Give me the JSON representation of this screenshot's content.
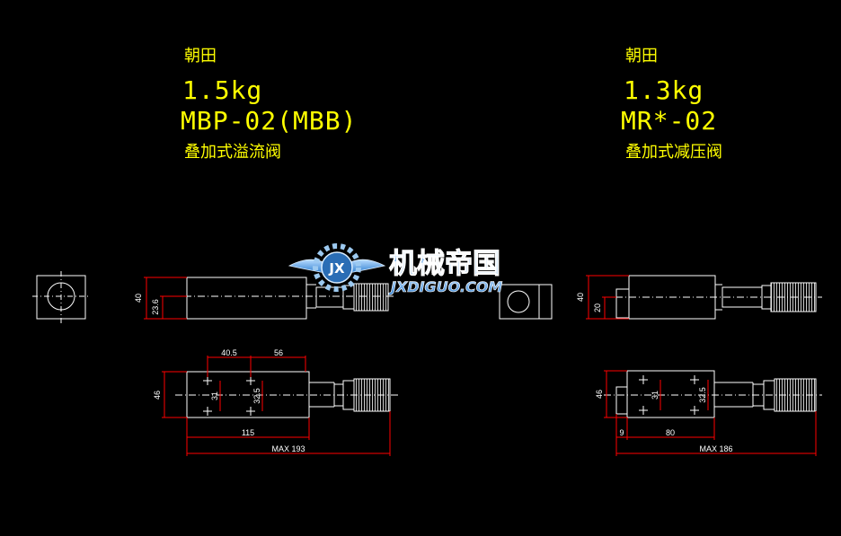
{
  "left": {
    "brand": "朝田",
    "weight": "1.5kg",
    "model": "MBP-02(MBB)",
    "name": "叠加式溢流阀",
    "dims": {
      "height": "40",
      "center": "23.6",
      "spacing_a": "40.5",
      "spacing_b": "56",
      "width": "46",
      "hole_v1": "31",
      "hole_v2": "32.5",
      "body_len": "115",
      "max_len": "MAX 193"
    }
  },
  "right": {
    "brand": "朝田",
    "weight": "1.3kg",
    "model": "MR*-02",
    "name": "叠加式减压阀",
    "dims": {
      "height": "40",
      "center": "20",
      "width": "46",
      "hole_v1": "31",
      "hole_v2": "32.5",
      "offset": "9",
      "spacing": "80",
      "max_len": "MAX 186"
    }
  },
  "watermark": {
    "logo_letters": "JX",
    "title": "机械帝国",
    "url": "JXDIGUO.COM"
  },
  "colors": {
    "background": "#000000",
    "text": "#ffff00",
    "outline": "#ffffff",
    "dimension": "#ff0000",
    "watermark_blue": "#3a8fd8"
  }
}
